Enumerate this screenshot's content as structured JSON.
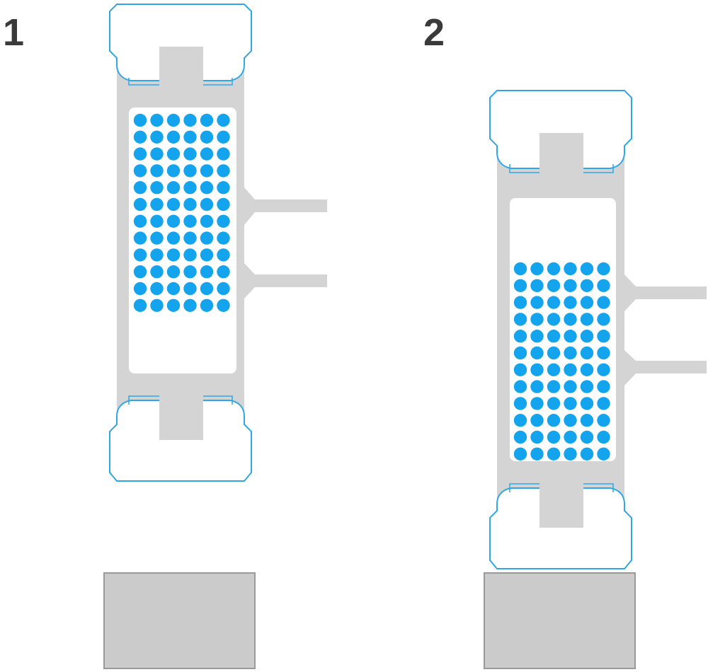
{
  "steps": [
    {
      "label": "1",
      "dot_rows": 12,
      "dot_cols": 6
    },
    {
      "label": "2",
      "dot_rows": 12,
      "dot_cols": 6
    }
  ],
  "colors": {
    "frame_gray": "#d4d4d4",
    "block_gray": "#cbcbcb",
    "block_border": "#999999",
    "cap_outline": "#2ea6e8",
    "dot_blue": "#14a4ee",
    "label_text": "#3a3a3a",
    "background": "#ffffff"
  }
}
